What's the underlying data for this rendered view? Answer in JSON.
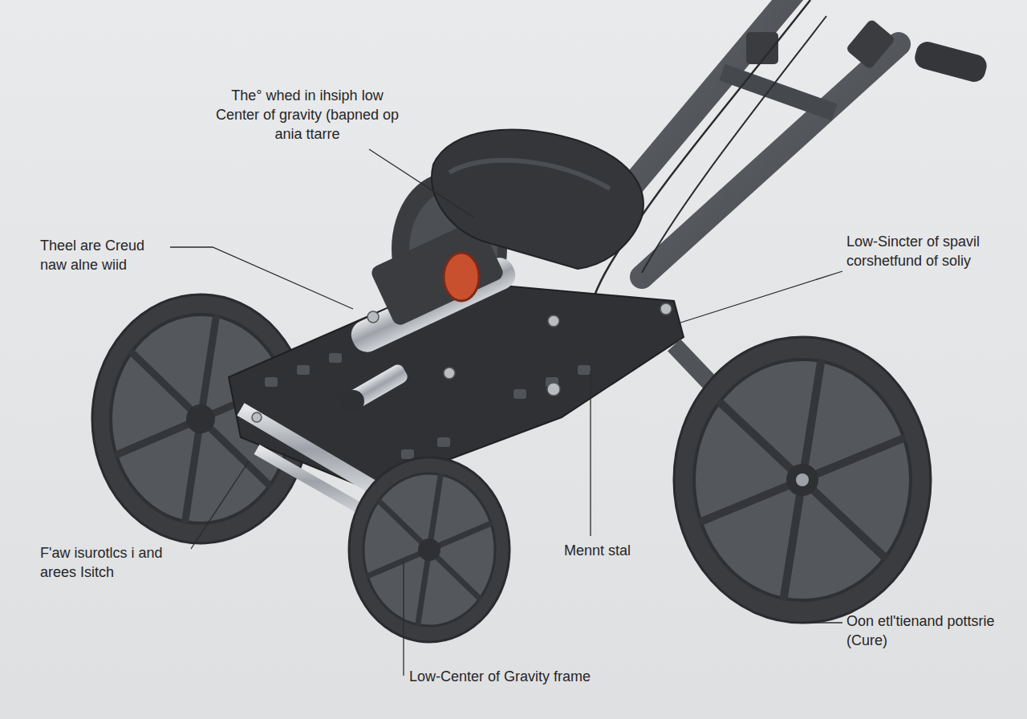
{
  "diagram": {
    "labels": [
      "The° whed in ihsiph low Center of gravity (bapned op ania ttarre",
      "Theel are Creud naw alne wiid",
      "Low-Sincter of spavil corshetfund of soliy",
      "F'aw isurotlcs i and arees Isitch",
      "Mennt stal",
      "Oon etl'tienand pottsrie (Cure)",
      "Low-Center of Gravity frame"
    ]
  }
}
